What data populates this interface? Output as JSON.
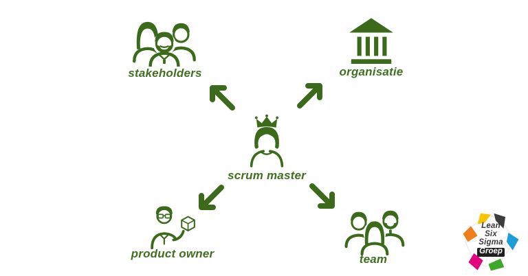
{
  "page": {
    "background_color": "#ffffff",
    "accent_color": "#3c6a1b"
  },
  "diagram": {
    "center": {
      "label": "scrum master",
      "icon": "crowned-person-icon"
    },
    "stakeholders": {
      "label": "stakeholders",
      "icon": "people-group-icon",
      "position": "top-left"
    },
    "organisatie": {
      "label": "organisatie",
      "icon": "bank-building-icon",
      "position": "top-right"
    },
    "product_owner": {
      "label": "product owner",
      "icon": "person-holding-cube-icon",
      "position": "bottom-left"
    },
    "team": {
      "label": "team",
      "icon": "people-group-icon",
      "position": "bottom-right"
    },
    "arrows": [
      "center-to-stakeholders",
      "center-to-organisatie",
      "center-to-product-owner",
      "center-to-team"
    ]
  },
  "logo": {
    "line1": "Lean",
    "line2": "Six",
    "line3": "Sigma",
    "line4": "Groep",
    "petal_colors": {
      "yellow": "#f6c500",
      "dark": "#3d3d3d",
      "blue": "#1e9cd7",
      "green": "#3fa72e",
      "magenta": "#e5007d",
      "orange": "#ef7d1a"
    }
  }
}
